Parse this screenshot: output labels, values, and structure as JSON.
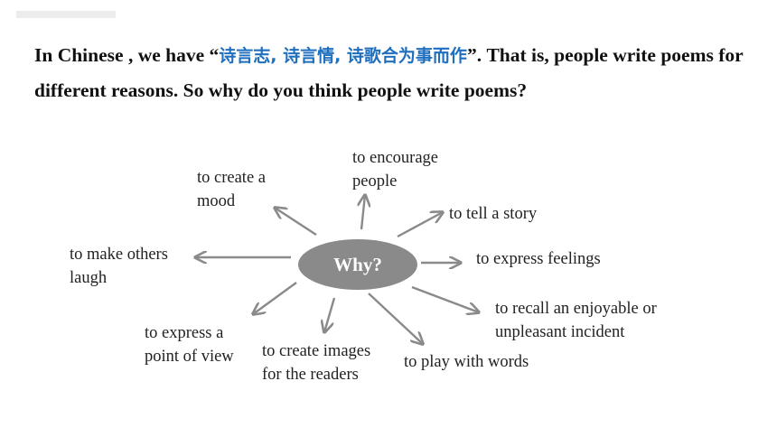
{
  "intro": {
    "part1": "In Chinese , we have “",
    "chinese": "诗言志, 诗言情, 诗歌合为事而作",
    "part2": "”. That is, people write poems for different reasons. So why do you think people write poems?"
  },
  "mindmap": {
    "center": "Why?",
    "branches": {
      "create_mood": [
        "to create a",
        "mood"
      ],
      "encourage": [
        "to encourage",
        "people"
      ],
      "tell_story": [
        "to tell a story"
      ],
      "make_laugh": [
        "to make others",
        "laugh"
      ],
      "express_feelings": [
        "to express feelings"
      ],
      "recall_incident": [
        "to recall an enjoyable or",
        "unpleasant incident"
      ],
      "point_of_view": [
        "to express a",
        "point of view"
      ],
      "create_images": [
        "to create images",
        "for the readers"
      ],
      "play_words": [
        "to play with words"
      ]
    }
  },
  "colors": {
    "hub": "#8a8a8a",
    "arrow": "#8a8a8a",
    "chinese_text": "#1f6fbf"
  }
}
